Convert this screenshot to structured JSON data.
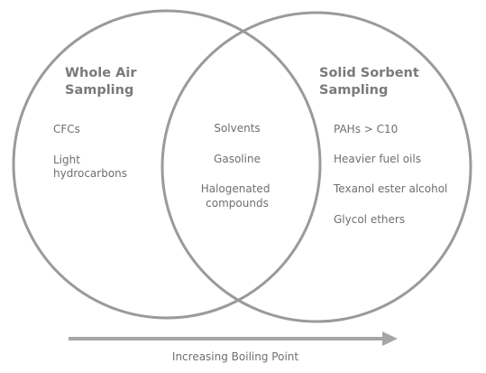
{
  "left_set": {
    "title_lines": [
      "Whole Air",
      "Sampling"
    ],
    "items": [
      [
        "CFCs"
      ],
      [
        "Light",
        "hydrocarbons"
      ]
    ]
  },
  "right_set": {
    "title_lines": [
      "Solid Sorbent",
      "Sampling"
    ],
    "items": [
      [
        "PAHs > C10"
      ],
      [
        "Heavier fuel oils"
      ],
      [
        "Texanol ester alcohol"
      ],
      [
        "Glycol ethers"
      ]
    ]
  },
  "overlap": {
    "items": [
      [
        "Solvents"
      ],
      [
        "Gasoline"
      ],
      [
        "Halogenated",
        "compounds"
      ]
    ]
  },
  "axis": {
    "label": "Increasing Boiling Point"
  },
  "colors": {
    "circle_stroke": "#9a9a9a",
    "heading_text": "#7a7a7a",
    "body_text": "#6f6f6f",
    "arrow": "#a6a6a6"
  }
}
